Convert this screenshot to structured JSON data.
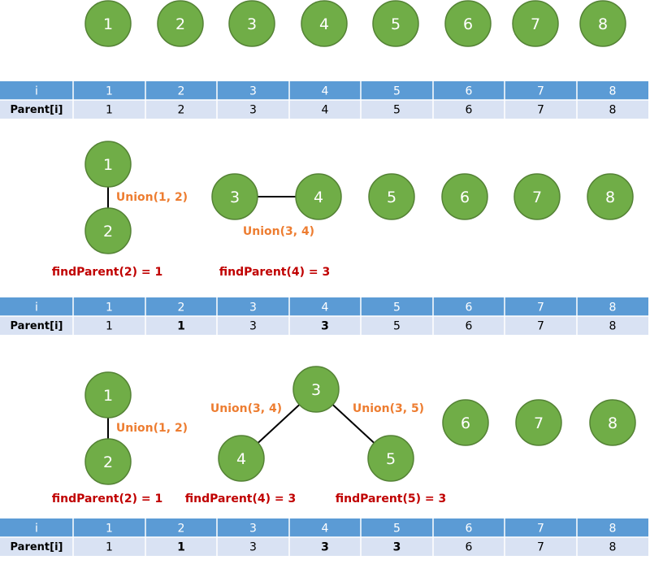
{
  "colors": {
    "node_fill": "#70AD47",
    "node_stroke": "#548235",
    "header_fill": "#5B9BD5",
    "row_fill": "#D9E2F3",
    "union_text": "#ED7D31",
    "find_text": "#C00000",
    "changed_value": "#FF0000"
  },
  "table_headers": {
    "i": "i",
    "parent": "Parent[i]"
  },
  "stages": [
    {
      "nodes": [
        "1",
        "2",
        "3",
        "4",
        "5",
        "6",
        "7",
        "8"
      ],
      "edges": [],
      "unions": [],
      "finds": [],
      "table": {
        "i": [
          "1",
          "2",
          "3",
          "4",
          "5",
          "6",
          "7",
          "8"
        ],
        "parent": [
          "1",
          "2",
          "3",
          "4",
          "5",
          "6",
          "7",
          "8"
        ],
        "changed": []
      }
    },
    {
      "nodes": [
        "1",
        "2",
        "3",
        "4",
        "5",
        "6",
        "7",
        "8"
      ],
      "edges": [
        [
          "1",
          "2"
        ],
        [
          "3",
          "4"
        ]
      ],
      "unions": [
        "Union(1, 2)",
        "Union(3, 4)"
      ],
      "finds": [
        "findParent(2) = 1",
        "findParent(4) = 3"
      ],
      "table": {
        "i": [
          "1",
          "2",
          "3",
          "4",
          "5",
          "6",
          "7",
          "8"
        ],
        "parent": [
          "1",
          "1",
          "3",
          "3",
          "5",
          "6",
          "7",
          "8"
        ],
        "changed": [
          "2",
          "4"
        ]
      }
    },
    {
      "nodes": [
        "1",
        "2",
        "3",
        "4",
        "5",
        "6",
        "7",
        "8"
      ],
      "edges": [
        [
          "1",
          "2"
        ],
        [
          "3",
          "4"
        ],
        [
          "3",
          "5"
        ]
      ],
      "unions": [
        "Union(1, 2)",
        "Union(3, 4)",
        "Union(3, 5)"
      ],
      "finds": [
        "findParent(2) = 1",
        "findParent(4) = 3",
        "findParent(5) = 3"
      ],
      "table": {
        "i": [
          "1",
          "2",
          "3",
          "4",
          "5",
          "6",
          "7",
          "8"
        ],
        "parent": [
          "1",
          "1",
          "3",
          "3",
          "3",
          "6",
          "7",
          "8"
        ],
        "changed": [
          "2",
          "4",
          "5"
        ]
      }
    }
  ]
}
